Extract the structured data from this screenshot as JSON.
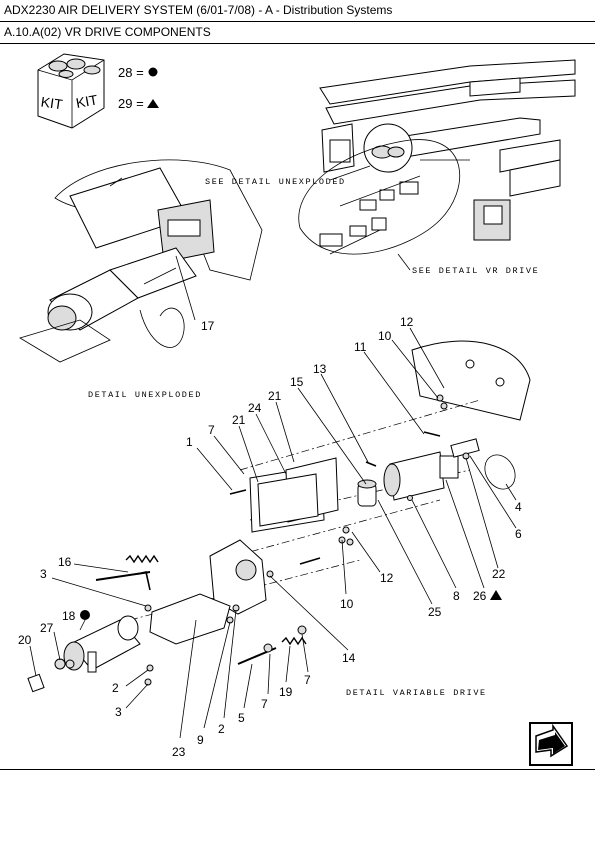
{
  "header": {
    "title": "ADX2230 AIR DELIVERY SYSTEM (6/01-7/08) - A - Distribution Systems",
    "section": "A.10.A(02) VR DRIVE COMPONENTS"
  },
  "kit": {
    "label_left": "KIT",
    "label_right": "KIT",
    "legend": [
      {
        "number": "28 =",
        "symbol": "circle"
      },
      {
        "number": "29 =",
        "symbol": "triangle"
      }
    ]
  },
  "captions": {
    "see_unexploded": "SEE DETAIL UNEXPLODED",
    "see_vr_drive": "SEE DETAIL VR DRIVE",
    "detail_unexploded": "DETAIL UNEXPLODED",
    "detail_variable_drive": "DETAIL VARIABLE DRIVE"
  },
  "callouts": {
    "c1": "1",
    "c2a": "2",
    "c2b": "2",
    "c3a": "3",
    "c3b": "3",
    "c4": "4",
    "c5": "5",
    "c6": "6",
    "c7a": "7",
    "c7b": "7",
    "c7c": "7",
    "c8": "8",
    "c9": "9",
    "c10a": "10",
    "c10b": "10",
    "c11": "11",
    "c12a": "12",
    "c12b": "12",
    "c13": "13",
    "c14": "14",
    "c15": "15",
    "c16": "16",
    "c17": "17",
    "c18": "18",
    "c19": "19",
    "c20": "20",
    "c21a": "21",
    "c21b": "21",
    "c22": "22",
    "c23": "23",
    "c24": "24",
    "c25": "25",
    "c26": "26",
    "c27": "27"
  },
  "nav": {
    "icon": "next-page-arrow-icon"
  }
}
